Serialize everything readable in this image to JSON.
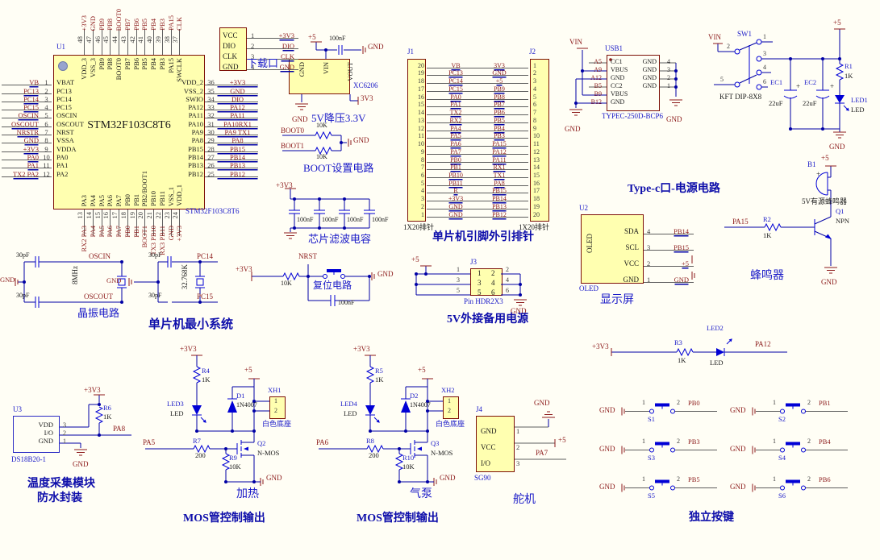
{
  "mcu": {
    "designator": "U1",
    "part_center": "STM32F103C8T6",
    "part_label": "STM32F103C8T6",
    "left_pins": [
      {
        "net": "VB",
        "num": "1",
        "name": "VBAT"
      },
      {
        "net": "PC13",
        "num": "2",
        "name": "PC13"
      },
      {
        "net": "PC14",
        "num": "3",
        "name": "PC14"
      },
      {
        "net": "PC15",
        "num": "4",
        "name": "PC15"
      },
      {
        "net": "OSCIN",
        "num": "5",
        "name": "OSCIN"
      },
      {
        "net": "OSCOUT",
        "num": "6",
        "name": "OSCOUT"
      },
      {
        "net": "NRSTR",
        "num": "7",
        "name": "NRST"
      },
      {
        "net": "GND",
        "num": "8",
        "name": "VSSA"
      },
      {
        "net": "+3V3",
        "num": "9",
        "name": "VDDA"
      },
      {
        "net": "PA0",
        "num": "10",
        "name": "PA0"
      },
      {
        "net": "PA1",
        "num": "11",
        "name": "PA1"
      },
      {
        "net": "TX2 PA2",
        "num": "12",
        "name": "PA2"
      }
    ],
    "right_pins": [
      {
        "name": "VDD_2",
        "num": "36",
        "net": "+3V3"
      },
      {
        "name": "VSS_2",
        "num": "35",
        "net": "GND"
      },
      {
        "name": "SWIO",
        "num": "34",
        "net": "DIO"
      },
      {
        "name": "PA12",
        "num": "33",
        "net": "PA12"
      },
      {
        "name": "PA11",
        "num": "32",
        "net": "PA11"
      },
      {
        "name": "PA10",
        "num": "31",
        "net": "PA10RX1"
      },
      {
        "name": "PA9",
        "num": "30",
        "net": "PA9 TX1"
      },
      {
        "name": "PA8",
        "num": "29",
        "net": "PA8"
      },
      {
        "name": "PB15",
        "num": "28",
        "net": "PB15"
      },
      {
        "name": "PB14",
        "num": "27",
        "net": "PB14"
      },
      {
        "name": "PB13",
        "num": "26",
        "net": "PB13"
      },
      {
        "name": "PB12",
        "num": "25",
        "net": "PB12"
      }
    ],
    "top_pins": [
      {
        "num": "48",
        "net": "+3V3",
        "name": "VDD_3"
      },
      {
        "num": "47",
        "net": "GND",
        "name": "VSS_3"
      },
      {
        "num": "46",
        "net": "PB9",
        "name": "PB9"
      },
      {
        "num": "45",
        "net": "PB8",
        "name": "PB8"
      },
      {
        "num": "44",
        "net": "BOOT0",
        "name": "BOOT0"
      },
      {
        "num": "43",
        "net": "PB7",
        "name": "PB7"
      },
      {
        "num": "42",
        "net": "PB6",
        "name": "PB6"
      },
      {
        "num": "41",
        "net": "PB5",
        "name": "PB5"
      },
      {
        "num": "40",
        "net": "PB4",
        "name": "PB4"
      },
      {
        "num": "39",
        "net": "PB3",
        "name": "PB3"
      },
      {
        "num": "38",
        "net": "PA15",
        "name": "PA15"
      },
      {
        "num": "37",
        "net": "CLK",
        "name": "SWCLK"
      }
    ],
    "bottom_pins": [
      {
        "num": "13",
        "net": "RX2 PA3",
        "name": "PA3"
      },
      {
        "num": "14",
        "net": "PA4",
        "name": "PA4"
      },
      {
        "num": "15",
        "net": "PA5",
        "name": "PA5"
      },
      {
        "num": "16",
        "net": "PA6",
        "name": "PA6"
      },
      {
        "num": "17",
        "net": "PA7",
        "name": "PA7"
      },
      {
        "num": "18",
        "net": "PB0",
        "name": "PB0"
      },
      {
        "num": "19",
        "net": "PB1",
        "name": "PB1"
      },
      {
        "num": "20",
        "net": "BOOT1",
        "name": "PB2/BOOT1"
      },
      {
        "num": "21",
        "net": "TX3 PB10",
        "name": "PB10"
      },
      {
        "num": "22",
        "net": "RX3 PB11",
        "name": "PB11"
      },
      {
        "num": "23",
        "net": "GND",
        "name": "VSS_1"
      },
      {
        "num": "24",
        "net": "+3V3",
        "name": "VDD_1"
      }
    ]
  },
  "download": {
    "title": "下载口",
    "pins": [
      {
        "name": "VCC",
        "num": "1",
        "net": "+3V3"
      },
      {
        "name": "DIO",
        "num": "2",
        "net": "DIO"
      },
      {
        "name": "CLK",
        "num": "3",
        "net": "CLK"
      },
      {
        "name": "GND",
        "num": "4",
        "net": "GND"
      }
    ]
  },
  "regulator": {
    "p5": "+5",
    "cap": "100nF",
    "gnd_port": "GND",
    "pins": [
      "GND",
      "VIN",
      "VOUT"
    ],
    "out": "3V3",
    "gnd": "GND",
    "part": "XC6206",
    "title": "5V降压3.3V"
  },
  "boot": {
    "net0": "BOOT0",
    "net1": "BOOT1",
    "r0": "10K",
    "r1": "10K",
    "gnd": "GND",
    "title": "BOOT设置电路"
  },
  "filter": {
    "pwr": "+3V3",
    "caps": [
      "100nF",
      "100nF",
      "100nF",
      "100nF"
    ],
    "title": "芯片滤波电容"
  },
  "headers": {
    "title": "单片机引脚外引排针",
    "j1": {
      "des": "J1",
      "type": "1X20排针",
      "pins": [
        {
          "num": "20",
          "net": "VB"
        },
        {
          "num": "19",
          "net": "PC13"
        },
        {
          "num": "18",
          "net": "PC14"
        },
        {
          "num": "17",
          "net": "PC15"
        },
        {
          "num": "16",
          "net": "PA0"
        },
        {
          "num": "15",
          "net": "PA1"
        },
        {
          "num": "14",
          "net": "TX2"
        },
        {
          "num": "13",
          "net": "RX2"
        },
        {
          "num": "12",
          "net": "PA4"
        },
        {
          "num": "11",
          "net": "PA5"
        },
        {
          "num": "10",
          "net": "PA6"
        },
        {
          "num": "9",
          "net": "PA7"
        },
        {
          "num": "8",
          "net": "PB0"
        },
        {
          "num": "7",
          "net": "PB1"
        },
        {
          "num": "6",
          "net": "PB10"
        },
        {
          "num": "5",
          "net": "PB11"
        },
        {
          "num": "4",
          "net": "R"
        },
        {
          "num": "3",
          "net": "+3V3"
        },
        {
          "num": "2",
          "net": "GND"
        },
        {
          "num": "1",
          "net": "GND"
        }
      ]
    },
    "j2": {
      "des": "J2",
      "type": "1X20排针",
      "pins": [
        {
          "num": "1",
          "net": "3V3"
        },
        {
          "num": "2",
          "net": "GND"
        },
        {
          "num": "3",
          "net": "+5"
        },
        {
          "num": "4",
          "net": "PB9"
        },
        {
          "num": "5",
          "net": "PB8"
        },
        {
          "num": "6",
          "net": "PB7"
        },
        {
          "num": "7",
          "net": "PB6"
        },
        {
          "num": "8",
          "net": "PB5"
        },
        {
          "num": "9",
          "net": "PB4"
        },
        {
          "num": "10",
          "net": "PB3"
        },
        {
          "num": "11",
          "net": "PA15"
        },
        {
          "num": "12",
          "net": "PA12"
        },
        {
          "num": "13",
          "net": "PA11"
        },
        {
          "num": "14",
          "net": "RX1"
        },
        {
          "num": "15",
          "net": "TX1"
        },
        {
          "num": "16",
          "net": "PA8"
        },
        {
          "num": "17",
          "net": "PB15"
        },
        {
          "num": "18",
          "net": "PB14"
        },
        {
          "num": "19",
          "net": "PB13"
        },
        {
          "num": "20",
          "net": "PB12"
        }
      ]
    }
  },
  "typec": {
    "des": "USB1",
    "part": "TYPEC-250D-BCP6",
    "vin": "VIN",
    "title": "Type-c口-电源电路",
    "left": [
      {
        "pad": "A5",
        "name": "CC1"
      },
      {
        "pad": "A9",
        "name": "VBUS"
      },
      {
        "pad": "A12",
        "name": "GND"
      },
      {
        "pad": "B5",
        "name": "CC2"
      },
      {
        "pad": "B9",
        "name": "VBUS"
      },
      {
        "pad": "B12",
        "name": "GND"
      }
    ],
    "right": [
      {
        "num": "4",
        "name": "GND"
      },
      {
        "num": "3",
        "name": "GND"
      },
      {
        "num": "2",
        "name": "GND"
      },
      {
        "num": "1",
        "name": "GND"
      }
    ],
    "gnd_left": "GND",
    "gnd_right": "GND"
  },
  "power_sw": {
    "des": "SW1",
    "part": "KFT DIP-8X8",
    "vin": "VIN",
    "nums": [
      "1",
      "2",
      "3",
      "4",
      "5",
      "6"
    ],
    "ec1_des": "EC1",
    "ec1_val": "22uF",
    "ec1_plus": "+",
    "ec2_des": "EC2",
    "ec2_val": "22uF",
    "ec2_plus": "+",
    "r_des": "R1",
    "r_val": "1K",
    "led_des": "LED1",
    "led_val": "LED",
    "p5": "+5",
    "gnd": "GND"
  },
  "oled": {
    "des": "U2",
    "box": "OLED",
    "part": "OLED",
    "title": "显示屏",
    "pins": [
      {
        "name": "SDA",
        "num": "4",
        "net": "PB14"
      },
      {
        "name": "SCL",
        "num": "3",
        "net": "PB15"
      },
      {
        "name": "VCC",
        "num": "2",
        "net": "+5"
      },
      {
        "name": "GND",
        "num": "1",
        "net": "GND"
      }
    ]
  },
  "buzzer": {
    "des": "B1",
    "p5": "+5",
    "plus": "+",
    "label": "5V有源蜂鸣器",
    "q_des": "Q1",
    "q_type": "NPN",
    "r_des": "R2",
    "r_val": "1K",
    "net": "PA15",
    "gnd": "GND",
    "title": "蜂鸣器"
  },
  "xtal": {
    "gnd_l": "GND",
    "c1": "30pF",
    "c2": "30pF",
    "freq1": "8MHz",
    "osc_in": "OSCIN",
    "osc_out": "OSCOUT",
    "title": "晶振电路",
    "gnd_r": "GND",
    "c3": "30pF",
    "c4": "30pF",
    "freq2": "32.768K",
    "pc14": "PC14",
    "pc15": "PC15",
    "sys": "单片机最小系统"
  },
  "reset": {
    "pwr": "+3V3",
    "r": "10K",
    "net": "NRST",
    "cap": "100nF",
    "gnd": "GND",
    "title": "复位电路"
  },
  "backup": {
    "des": "J3",
    "p5": "+5",
    "part": "Pin HDR2X3",
    "gnd": "GND",
    "title": "5V外接备用电源",
    "outer_left": [
      "1",
      "3",
      "5"
    ],
    "outer_right": [
      "2",
      "4",
      "6"
    ],
    "inner_left": [
      "1",
      "3",
      "5"
    ],
    "inner_right": [
      "2",
      "4",
      "6"
    ]
  },
  "led2": {
    "pwr": "+3V3",
    "r_des": "R3",
    "r_val": "1K",
    "des": "LED2",
    "val": "LED",
    "net": "PA12"
  },
  "temp": {
    "des": "U3",
    "part": "DS18B20-1",
    "pwr": "+3V3",
    "r_des": "R6",
    "r_val": "1K",
    "net": "PA8",
    "gnd": "GND",
    "names": [
      "VDD",
      "I/O",
      "GND"
    ],
    "nums": [
      "3",
      "2",
      "1"
    ],
    "title1": "温度采集模块",
    "title2": "防水封装"
  },
  "mos_blocks": [
    {
      "pwr": "+3V3",
      "rled_des": "R4",
      "rled_val": "1K",
      "led_des": "LED3",
      "led_val": "LED",
      "p5": "+5",
      "d_des": "D1",
      "d_val": "1N4007",
      "xh_des": "XH1",
      "xh_p1": "1",
      "xh_p2": "2",
      "xh_label": "白色底座",
      "net": "PA5",
      "rg_des": "R7",
      "rg_val": "200",
      "rp_des": "R9",
      "rp_val": "10K",
      "q_des": "Q2",
      "q_type": "N-MOS",
      "gnd": "GND",
      "title": "加热",
      "section": "MOS管控制输出"
    },
    {
      "pwr": "+3V3",
      "rled_des": "R5",
      "rled_val": "1K",
      "led_des": "LED4",
      "led_val": "LED",
      "p5": "+5",
      "d_des": "D2",
      "d_val": "1N4007",
      "xh_des": "XH2",
      "xh_p1": "1",
      "xh_p2": "2",
      "xh_label": "白色底座",
      "net": "PA6",
      "rg_des": "R8",
      "rg_val": "200",
      "rp_des": "R10",
      "rp_val": "10K",
      "q_des": "Q3",
      "q_type": "N-MOS",
      "gnd": "GND",
      "title": "气泵",
      "section": "MOS管控制输出"
    }
  ],
  "servo": {
    "des": "J4",
    "part": "SG90",
    "title": "舵机",
    "gnd": "GND",
    "p5": "+5",
    "net": "PA7",
    "rows": [
      {
        "name": "GND",
        "num": "1"
      },
      {
        "name": "VCC",
        "num": "2"
      },
      {
        "name": "I/O",
        "num": "3"
      }
    ]
  },
  "buttons": {
    "title": "独立按键",
    "items": [
      {
        "gnd": "GND",
        "p1": "1",
        "p2": "2",
        "des": "S1",
        "net": "PB0"
      },
      {
        "gnd": "GND",
        "p1": "1",
        "p2": "2",
        "des": "S2",
        "net": "PB1"
      },
      {
        "gnd": "GND",
        "p1": "1",
        "p2": "2",
        "des": "S3",
        "net": "PB3"
      },
      {
        "gnd": "GND",
        "p1": "1",
        "p2": "2",
        "des": "S4",
        "net": "PB4"
      },
      {
        "gnd": "GND",
        "p1": "1",
        "p2": "2",
        "des": "S5",
        "net": "PB5"
      },
      {
        "gnd": "GND",
        "p1": "1",
        "p2": "2",
        "des": "S6",
        "net": "PB6"
      }
    ]
  }
}
